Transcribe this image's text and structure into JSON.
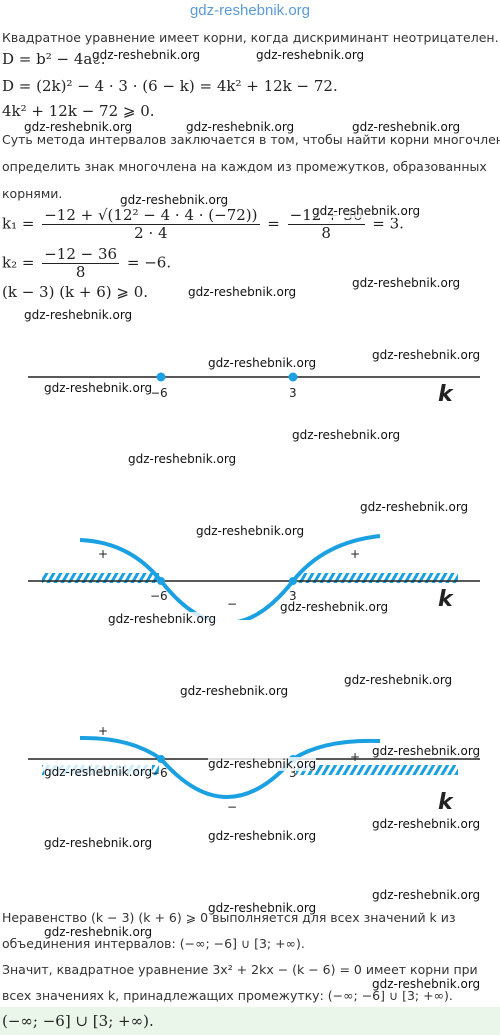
{
  "site": "gdz-reshebnik.org",
  "watermark": "gdz-reshebnik.org",
  "intro": "Квадратное уравнение имеет корни, когда дискриминант неотрицателен.",
  "formula_d1": "D = b² − 4ac.",
  "formula_d2": "D = (2k)² − 4 · 3 · (6 − k) = 4k² + 12k − 72.",
  "formula_ineq": "4k² + 12k − 72 ⩾ 0.",
  "method_line1": "Суть метода интервалов заключается в том, чтобы найти корни многочлена и",
  "method_line2": "определить знак многочлена на каждом из промежутков, образованных",
  "method_line3": "корнями.",
  "k1": {
    "lhs": "k₁ =",
    "num": "−12 + √(12² − 4 · 4 · (−72))",
    "den": "2 · 4",
    "eq": "=",
    "num2": "−12 + 36",
    "den2": "8",
    "result": "= 3."
  },
  "k2": {
    "lhs": "k₂ =",
    "num": "−12 − 36",
    "den": "8",
    "result": "= −6."
  },
  "factored": "(k − 3) (k + 6) ⩾ 0.",
  "axis": {
    "left_root": "−6",
    "right_root": "3",
    "variable": "k",
    "plus": "+",
    "minus": "−"
  },
  "conclusion_line1": "Неравенство (k − 3) (k + 6) ⩾ 0 выполняется для всех значений k из",
  "conclusion_line2": "объединения интервалов: (−∞; −6] ∪ [3; +∞).",
  "final_line1": "Значит, квадратное уравнение 3x² + 2kx − (k − 6) = 0 имеет корни при",
  "final_line2": "всех значениях k, принадлежащих промежутку: (−∞; −6] ∪ [3; +∞).",
  "answer": "(−∞; −6] ∪ [3; +∞).",
  "colors": {
    "accent": "#1ba1e2",
    "site": "#5b9bd5",
    "answer_bg": "#eaf6ea"
  }
}
